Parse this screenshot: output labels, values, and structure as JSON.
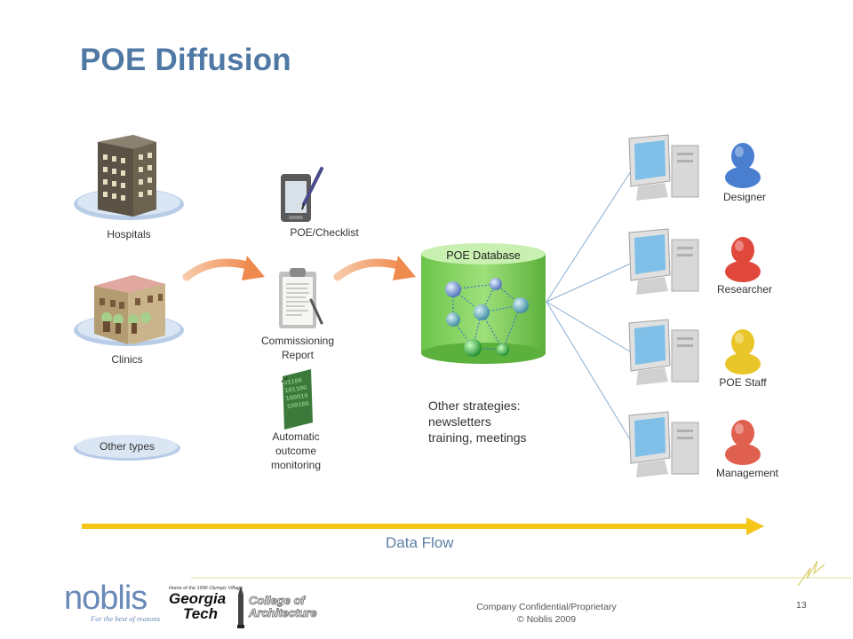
{
  "slide": {
    "title": "POE Diffusion",
    "page_number": "13"
  },
  "sources": {
    "hospitals": "Hospitals",
    "clinics": "Clinics",
    "other_types": "Other types"
  },
  "tools": {
    "checklist": "POE/Checklist",
    "commissioning_line1": "Commissioning",
    "commissioning_line2": "Report",
    "auto_line1": "Automatic",
    "auto_line2": "outcome",
    "auto_line3": "monitoring",
    "binary_rows": [
      "01100",
      "101100",
      "100010",
      "100100"
    ]
  },
  "database": {
    "label": "POE Database"
  },
  "strategies": {
    "line1": "Other strategies:",
    "line2": "newsletters",
    "line3": "training, meetings"
  },
  "users": [
    {
      "label": "Designer",
      "color": "#4a7fd0"
    },
    {
      "label": "Researcher",
      "color": "#e0483c"
    },
    {
      "label": "POE Staff",
      "color": "#e8c62a"
    },
    {
      "label": "Management",
      "color": "#e06050"
    }
  ],
  "flow": {
    "label": "Data Flow",
    "arrow_color": "#f5c518"
  },
  "footer": {
    "confidential": "Company Confidential/Proprietary",
    "copyright": "© Noblis 2009",
    "noblis": "noblis",
    "noblis_tagline": "For the best of reasons",
    "gt_line1": "Georgia",
    "gt_line2": "Tech",
    "gt_small": "Home of the 1996 Olympic Village",
    "coa_line1": "College of",
    "coa_line2": "Architecture"
  }
}
